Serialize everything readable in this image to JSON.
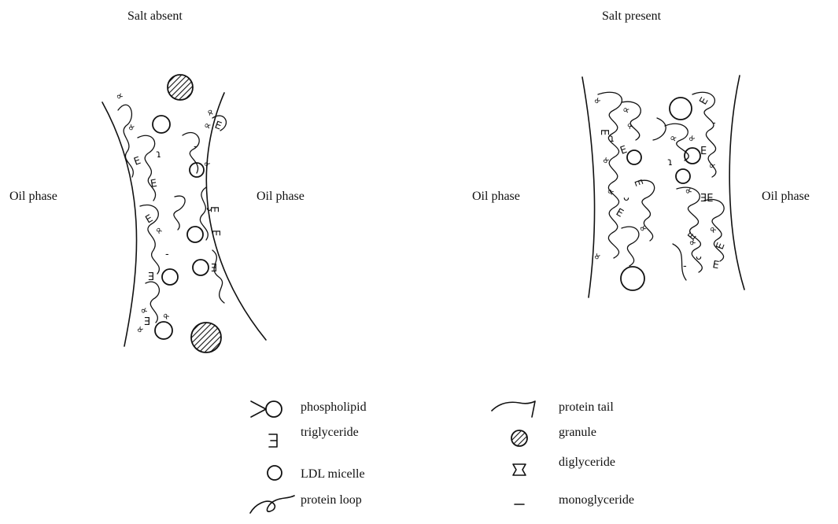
{
  "panels": {
    "left": {
      "title": "Salt absent",
      "oil_left": "Oil phase",
      "oil_right": "Oil phase"
    },
    "right": {
      "title": "Salt present",
      "oil_left": "Oil phase",
      "oil_right": "Oil phase"
    }
  },
  "legend": {
    "phospholipid": "phospholipid",
    "triglyceride": "triglyceride",
    "ldl_micelle": "LDL micelle",
    "protein_loop": "protein loop",
    "protein_tail": "protein tail",
    "granule": "granule",
    "diglyceride": "diglyceride",
    "monoglyceride": "monoglyceride"
  }
}
